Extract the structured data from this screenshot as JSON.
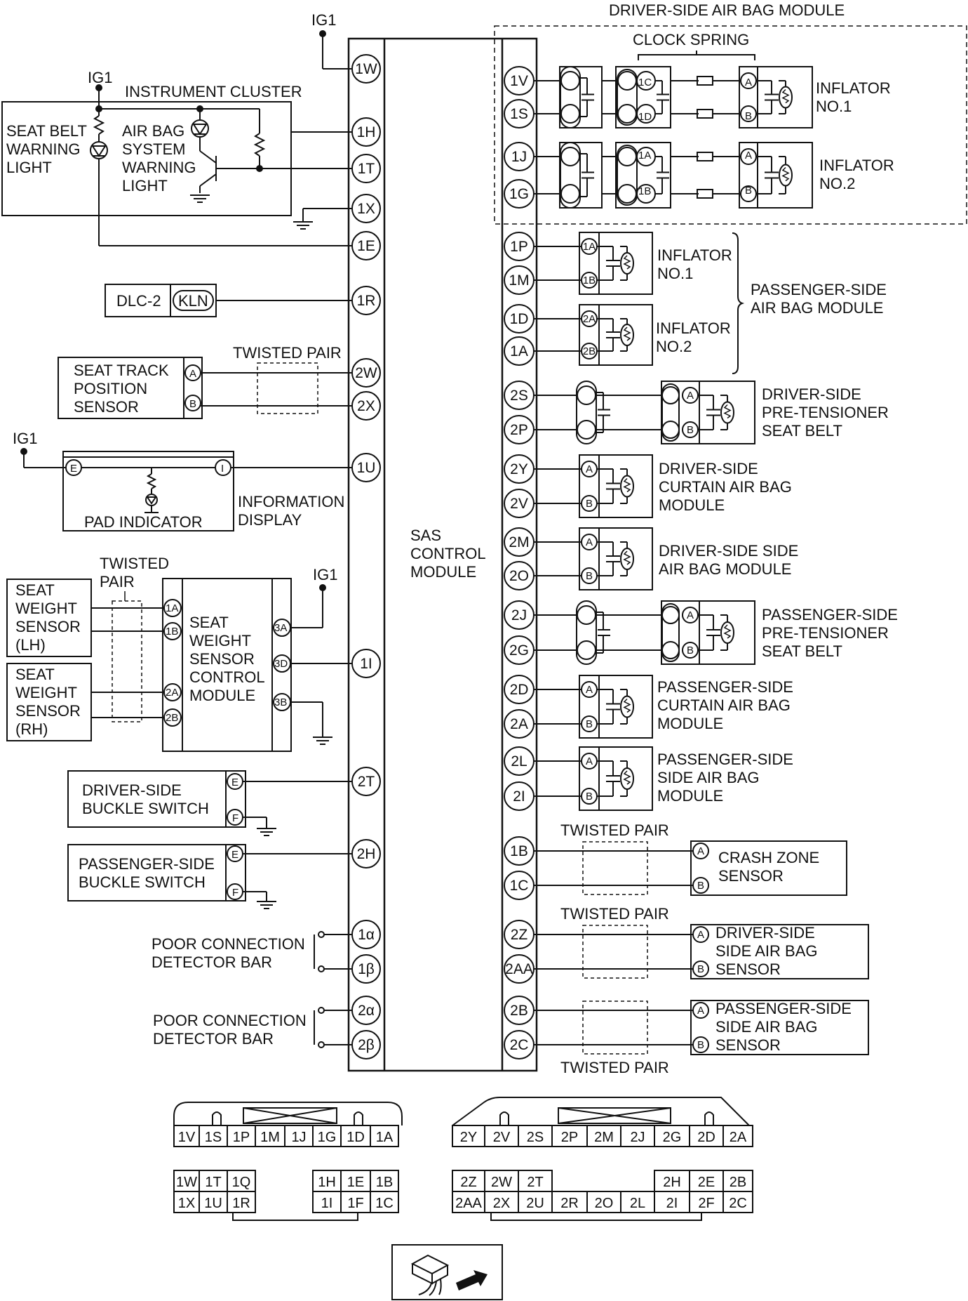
{
  "module": {
    "label_lines": [
      "SAS",
      "CONTROL",
      "MODULE"
    ],
    "left_pins": [
      "1W",
      "1H",
      "1T",
      "1X",
      "1E",
      "1R",
      "2W",
      "2X",
      "1U",
      "1I",
      "2T",
      "2H",
      "1α",
      "1β",
      "2α",
      "2β"
    ],
    "right_pins": [
      "1V",
      "1S",
      "1J",
      "1G",
      "1P",
      "1M",
      "1D",
      "1A",
      "2S",
      "2P",
      "2Y",
      "2V",
      "2M",
      "2O",
      "2J",
      "2G",
      "2D",
      "2A",
      "2L",
      "2I",
      "1B",
      "1C",
      "2Z",
      "2AA",
      "2B",
      "2C"
    ]
  },
  "ig1": "IG1",
  "instrument_cluster": {
    "title": "INSTRUMENT CLUSTER",
    "seat_belt_light": [
      "SEAT BELT",
      "WARNING",
      "LIGHT"
    ],
    "airbag_light": [
      "AIR BAG",
      "SYSTEM",
      "WARNING",
      "LIGHT"
    ]
  },
  "dlc": {
    "name": "DLC-2",
    "terminal": "KLN"
  },
  "twisted_pair": "TWISTED PAIR",
  "twisted_pair_lines": [
    "TWISTED",
    "PAIR"
  ],
  "seat_track": {
    "lines": [
      "SEAT TRACK",
      "POSITION",
      "SENSOR"
    ],
    "terminals": [
      "A",
      "B"
    ]
  },
  "info_display": {
    "pad": "PAD INDICATOR",
    "lines": [
      "INFORMATION",
      "DISPLAY"
    ],
    "terminals": [
      "E",
      "I"
    ]
  },
  "seat_weight": {
    "lh": [
      "SEAT",
      "WEIGHT",
      "SENSOR",
      "(LH)"
    ],
    "rh": [
      "SEAT",
      "WEIGHT",
      "SENSOR",
      "(RH)"
    ],
    "control": [
      "SEAT",
      "WEIGHT",
      "SENSOR",
      "CONTROL",
      "MODULE"
    ],
    "left_terminals": [
      "1A",
      "1B",
      "2A",
      "2B"
    ],
    "right_terminals": [
      "3A",
      "3D",
      "3B"
    ]
  },
  "buckles": {
    "driver": [
      "DRIVER-SIDE",
      "BUCKLE SWITCH"
    ],
    "passenger": [
      "PASSENGER-SIDE",
      "BUCKLE SWITCH"
    ],
    "terminals": [
      "E",
      "F"
    ]
  },
  "poor_connection": [
    "POOR CONNECTION",
    "DETECTOR BAR"
  ],
  "driver_airbag": {
    "title": "DRIVER-SIDE AIR BAG MODULE",
    "clock_spring": "CLOCK SPRING",
    "inflator1": [
      "INFLATOR",
      "NO.1"
    ],
    "inflator2": [
      "INFLATOR",
      "NO.2"
    ],
    "clock_terminals": [
      "1C",
      "1D",
      "1A",
      "1B"
    ],
    "terminals": [
      "A",
      "B"
    ]
  },
  "passenger_airbag": {
    "title": [
      "PASSENGER-SIDE",
      "AIR BAG MODULE"
    ],
    "inflator1": [
      "INFLATOR",
      "NO.1"
    ],
    "inflator2": [
      "INFLATOR",
      "NO.2"
    ],
    "terminals": [
      "1A",
      "1B",
      "2A",
      "2B"
    ]
  },
  "components": {
    "driver_pretensioner": [
      "DRIVER-SIDE",
      "PRE-TENSIONER",
      "SEAT BELT"
    ],
    "driver_curtain": [
      "DRIVER-SIDE",
      "CURTAIN AIR BAG",
      "MODULE"
    ],
    "driver_side_airbag": [
      "DRIVER-SIDE SIDE",
      "AIR BAG MODULE"
    ],
    "passenger_pretensioner": [
      "PASSENGER-SIDE",
      "PRE-TENSIONER",
      "SEAT BELT"
    ],
    "passenger_curtain": [
      "PASSENGER-SIDE",
      "CURTAIN AIR BAG",
      "MODULE"
    ],
    "passenger_side_airbag": [
      "PASSENGER-SIDE",
      "SIDE AIR BAG",
      "MODULE"
    ]
  },
  "sensors": {
    "crash_zone": [
      "CRASH ZONE",
      "SENSOR"
    ],
    "driver_side": [
      "DRIVER-SIDE",
      "SIDE AIR BAG",
      "SENSOR"
    ],
    "passenger_side": [
      "PASSENGER-SIDE",
      "SIDE AIR BAG",
      "SENSOR"
    ],
    "terminals": [
      "A",
      "B"
    ]
  },
  "connector1": {
    "row1": [
      "1V",
      "1S",
      "1P",
      "1M",
      "1J",
      "1G",
      "1D",
      "1A"
    ],
    "row2": [
      "1W",
      "1T",
      "1Q",
      "",
      "",
      "1H",
      "1E",
      "1B"
    ],
    "row3": [
      "1X",
      "1U",
      "1R",
      "",
      "",
      "1I",
      "1F",
      "1C"
    ]
  },
  "connector2": {
    "row1": [
      "2Y",
      "2V",
      "2S",
      "2P",
      "2M",
      "2J",
      "2G",
      "2D",
      "2A"
    ],
    "row2": [
      "2Z",
      "2W",
      "2T",
      "",
      "",
      "",
      "2H",
      "2E",
      "2B"
    ],
    "row3": [
      "2AA",
      "2X",
      "2U",
      "2R",
      "2O",
      "2L",
      "2I",
      "2F",
      "2C"
    ]
  }
}
